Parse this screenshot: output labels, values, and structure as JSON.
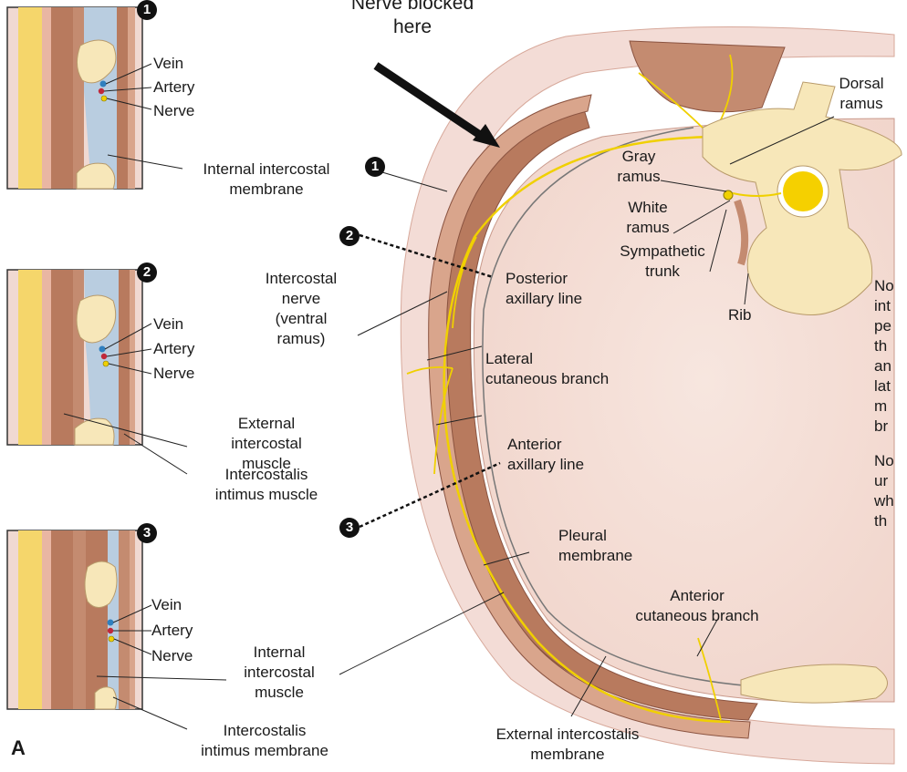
{
  "heading": {
    "line1": "Nerve blocked",
    "line2": "here"
  },
  "panel_letter": "A",
  "markers": {
    "one": "1",
    "two": "2",
    "three": "3"
  },
  "inset1": {
    "vein": "Vein",
    "artery": "Artery",
    "nerve": "Nerve",
    "membrane_l1": "Internal intercostal",
    "membrane_l2": "membrane"
  },
  "inset2": {
    "vein": "Vein",
    "artery": "Artery",
    "nerve": "Nerve",
    "ext_l1": "External",
    "ext_l2": "intercostal",
    "ext_l3": "muscle",
    "intimus_l1": "Intercostalis",
    "intimus_l2": "intimus muscle"
  },
  "inset3": {
    "vein": "Vein",
    "artery": "Artery",
    "nerve": "Nerve",
    "int_l1": "Internal",
    "int_l2": "intercostal",
    "int_l3": "muscle",
    "intimus_l1": "Intercostalis",
    "intimus_l2": "intimus membrane"
  },
  "main": {
    "intercostal_nerve": [
      "Intercostal",
      "nerve",
      "(ventral",
      "ramus)"
    ],
    "posterior_axillary": [
      "Posterior",
      "axillary line"
    ],
    "lateral_cutaneous": [
      "Lateral",
      "cutaneous branch"
    ],
    "anterior_axillary": [
      "Anterior",
      "axillary line"
    ],
    "pleural_membrane": [
      "Pleural",
      "membrane"
    ],
    "anterior_cutaneous": [
      "Anterior",
      "cutaneous branch"
    ],
    "external_intercostalis": [
      "External intercostalis",
      "membrane"
    ],
    "dorsal_ramus": [
      "Dorsal",
      "ramus"
    ],
    "gray_ramus": [
      "Gray",
      "ramus"
    ],
    "white_ramus": [
      "White",
      "ramus"
    ],
    "sympathetic_trunk": [
      "Sympathetic",
      "trunk"
    ],
    "rib": "Rib"
  },
  "right_note": {
    "para1": [
      "No",
      "int",
      "pe",
      "th",
      "an",
      "lat",
      "m",
      "br"
    ],
    "para2": [
      "No",
      "ur",
      "wh",
      "th"
    ]
  },
  "colors": {
    "muscle": "#b87a5e",
    "muscle_light": "#d9a58c",
    "skin": "#f3dcd6",
    "bone": "#f7e7b9",
    "fat": "#f5d66b",
    "nerve": "#f0d000",
    "vein": "#2f7fbf",
    "artery": "#c0283a",
    "membrane": "#b9cde0"
  }
}
